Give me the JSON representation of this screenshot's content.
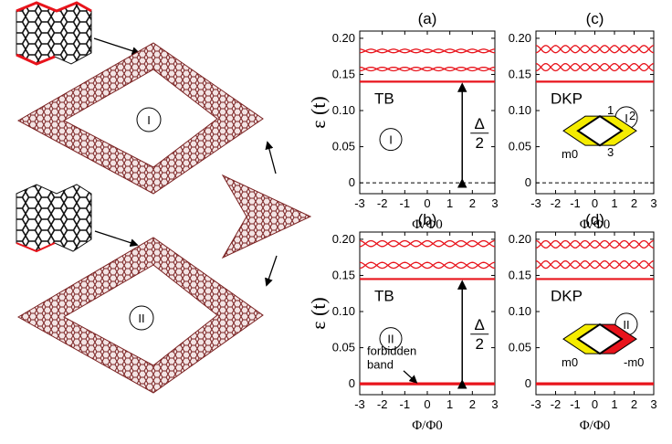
{
  "colors": {
    "curve": "#e8141c",
    "hex_edge": "#8a2a2a",
    "hex_fill": "#c85a5a",
    "yellow": "#f5ec00",
    "red": "#e8141c"
  },
  "panels": [
    {
      "tag": "(a)",
      "model": "TB",
      "roman": "I",
      "delta_num": "Δ",
      "delta_den": "2",
      "band_line": "dashed"
    },
    {
      "tag": "(b)",
      "model": "TB",
      "roman": "II",
      "delta_num": "Δ",
      "delta_den": "2",
      "band_line": "solid",
      "annotation": [
        "forbidden",
        "band"
      ]
    },
    {
      "tag": "(c)",
      "model": "DKP",
      "roman": "I",
      "band_line": "dashed",
      "mass_labels": [
        "m0"
      ],
      "edge_labels": [
        "1",
        "2",
        "3"
      ]
    },
    {
      "tag": "(d)",
      "model": "DKP",
      "roman": "II",
      "band_line": "solid",
      "mass_labels": [
        "m0",
        "-m0"
      ]
    }
  ],
  "axes": {
    "ylabel": "ε (t)",
    "xlabel": "Φ/Φ0",
    "yticks": [
      "0.20",
      "0.15",
      "0.10",
      "0.05",
      "0"
    ],
    "xticks": [
      "-3",
      "-2",
      "-1",
      "0",
      "1",
      "2",
      "3"
    ]
  },
  "structures": {
    "top_roman": "I",
    "bottom_roman": "II"
  },
  "chart_data": [
    {
      "type": "line",
      "title": "(a)",
      "xlabel": "Φ/Φ0",
      "ylabel": "ε (t)",
      "xlim": [
        -3,
        3
      ],
      "ylim": [
        -0.015,
        0.21
      ],
      "levels": [
        0.14,
        0.155,
        0.16,
        0.18,
        0.185
      ],
      "gap_line": 0
    },
    {
      "type": "line",
      "title": "(b)",
      "xlabel": "Φ/Φ0",
      "ylabel": "ε (t)",
      "xlim": [
        -3,
        3
      ],
      "ylim": [
        -0.015,
        0.21
      ],
      "levels": [
        0,
        0.145,
        0.16,
        0.168,
        0.19,
        0.198
      ]
    },
    {
      "type": "line",
      "title": "(c)",
      "xlabel": "Φ/Φ0",
      "ylabel": "",
      "xlim": [
        -3,
        3
      ],
      "ylim": [
        -0.015,
        0.21
      ],
      "levels": [
        0.14,
        0.155,
        0.165,
        0.18,
        0.19
      ],
      "gap_line": 0
    },
    {
      "type": "line",
      "title": "(d)",
      "xlabel": "Φ/Φ0",
      "ylabel": "",
      "xlim": [
        -3,
        3
      ],
      "ylim": [
        -0.015,
        0.21
      ],
      "levels": [
        0,
        0.145,
        0.16,
        0.17,
        0.188,
        0.198
      ]
    }
  ]
}
